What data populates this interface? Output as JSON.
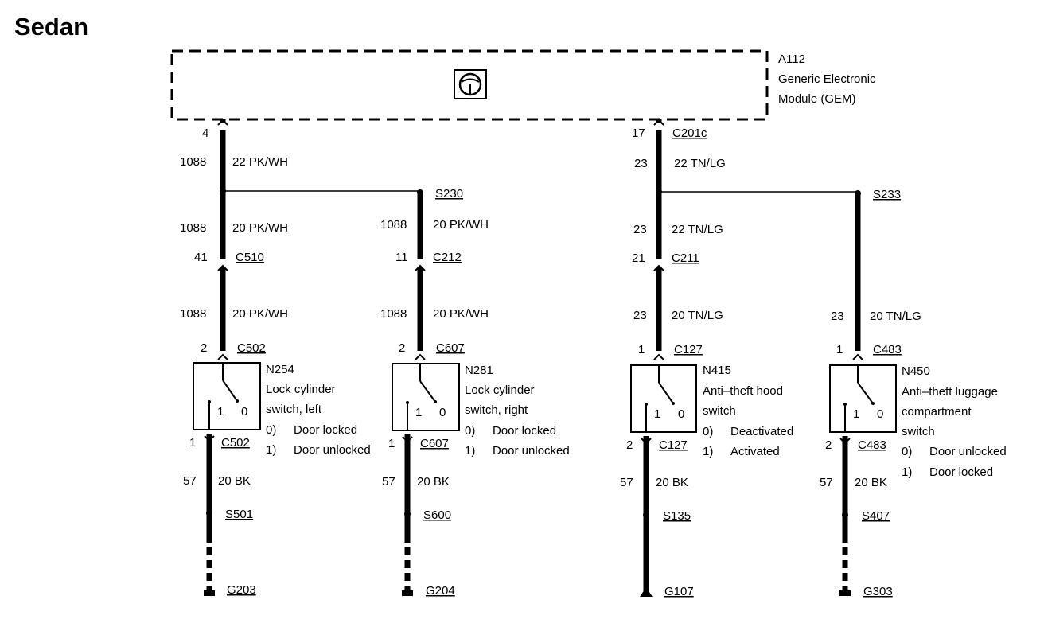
{
  "title": "Sedan",
  "module": {
    "id": "A112",
    "name_line1": "Generic Electronic",
    "name_line2": "Module (GEM)",
    "icon": "steering-wheel-icon"
  },
  "top_left": {
    "pin": "4",
    "circuit": "1088",
    "wire": "22 PK/WH"
  },
  "top_right": {
    "pin": "17",
    "connector": "C201c",
    "circuit": "23",
    "wire": "22 TN/LG"
  },
  "splices": {
    "left": "S230",
    "right": "S233"
  },
  "branches": [
    {
      "upper_circuit": "1088",
      "upper_wire": "20 PK/WH",
      "mid_pin": "41",
      "mid_connector": "C510",
      "lower_circuit": "1088",
      "lower_wire": "20 PK/WH",
      "switch_pin_top": "2",
      "switch_connector_top": "C502",
      "switch_id": "N254",
      "switch_line1": "Lock cylinder",
      "switch_line2": "switch, left",
      "states": [
        {
          "num": "0)",
          "label": "Door locked"
        },
        {
          "num": "1)",
          "label": "Door unlocked"
        }
      ],
      "switch_pin_bottom": "1",
      "switch_connector_bottom": "C502",
      "ground_circuit": "57",
      "ground_wire": "20 BK",
      "ground_splice": "S501",
      "ground": "G203"
    },
    {
      "upper_circuit": "1088",
      "upper_wire": "20 PK/WH",
      "mid_pin": "11",
      "mid_connector": "C212",
      "lower_circuit": "1088",
      "lower_wire": "20 PK/WH",
      "switch_pin_top": "2",
      "switch_connector_top": "C607",
      "switch_id": "N281",
      "switch_line1": "Lock cylinder",
      "switch_line2": "switch, right",
      "states": [
        {
          "num": "0)",
          "label": "Door locked"
        },
        {
          "num": "1)",
          "label": "Door unlocked"
        }
      ],
      "switch_pin_bottom": "1",
      "switch_connector_bottom": "C607",
      "ground_circuit": "57",
      "ground_wire": "20 BK",
      "ground_splice": "S600",
      "ground": "G204"
    },
    {
      "upper_circuit": "23",
      "upper_wire": "22 TN/LG",
      "mid_pin": "21",
      "mid_connector": "C211",
      "lower_circuit": "23",
      "lower_wire": "20 TN/LG",
      "switch_pin_top": "1",
      "switch_connector_top": "C127",
      "switch_id": "N415",
      "switch_line1": "Anti–theft hood",
      "switch_line2": "switch",
      "states": [
        {
          "num": "0)",
          "label": "Deactivated"
        },
        {
          "num": "1)",
          "label": "Activated"
        }
      ],
      "switch_pin_bottom": "2",
      "switch_connector_bottom": "C127",
      "ground_circuit": "57",
      "ground_wire": "20 BK",
      "ground_splice": "S135",
      "ground": "G107"
    },
    {
      "lower_circuit": "23",
      "lower_wire": "20 TN/LG",
      "switch_pin_top": "1",
      "switch_connector_top": "C483",
      "switch_id": "N450",
      "switch_line1": "Anti–theft luggage",
      "switch_line2": "compartment",
      "switch_line3": "switch",
      "states": [
        {
          "num": "0)",
          "label": "Door unlocked"
        },
        {
          "num": "1)",
          "label": "Door locked"
        }
      ],
      "switch_pin_bottom": "2",
      "switch_connector_bottom": "C483",
      "ground_circuit": "57",
      "ground_wire": "20 BK",
      "ground_splice": "S407",
      "ground": "G303"
    }
  ],
  "switch_contacts": {
    "open": "1",
    "closed": "0"
  }
}
